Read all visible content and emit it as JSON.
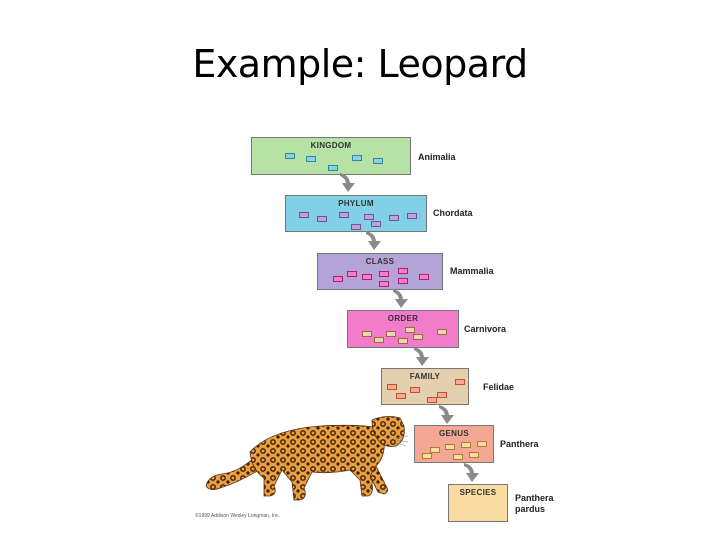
{
  "slide": {
    "title": "Example: Leopard"
  },
  "chart_data": {
    "type": "diagram",
    "title": "Example: Leopard",
    "hierarchy": [
      {
        "rank": "Kingdom",
        "taxon": "Animalia"
      },
      {
        "rank": "Phylum",
        "taxon": "Chordata"
      },
      {
        "rank": "Class",
        "taxon": "Mammalia"
      },
      {
        "rank": "Order",
        "taxon": "Carnivora"
      },
      {
        "rank": "Family",
        "taxon": "Felidae"
      },
      {
        "rank": "Genus",
        "taxon": "Panthera"
      },
      {
        "rank": "Species",
        "taxon": "Panthera pardus"
      }
    ]
  },
  "ranks": [
    {
      "label": "KINGDOM",
      "taxon": "Animalia",
      "fill": "#b6e2a6",
      "chip_fill": "#8fd0e0",
      "chip_border": "#2e8a9a"
    },
    {
      "label": "PHYLUM",
      "taxon": "Chordata",
      "fill": "#80d0e6",
      "chip_fill": "#b9a6d8",
      "chip_border": "#7a4f9a"
    },
    {
      "label": "CLASS",
      "taxon": "Mammalia",
      "fill": "#b4a3d6",
      "chip_fill": "#f080c8",
      "chip_border": "#b0206e"
    },
    {
      "label": "ORDER",
      "taxon": "Carnivora",
      "fill": "#f27ccb",
      "chip_fill": "#ecd4b4",
      "chip_border": "#9a6b3a"
    },
    {
      "label": "FAMILY",
      "taxon": "Felidae",
      "fill": "#e4cfae",
      "chip_fill": "#f4aa96",
      "chip_border": "#c0502e"
    },
    {
      "label": "GENUS",
      "taxon": "Panthera",
      "fill": "#f4a894",
      "chip_fill": "#f8dca2",
      "chip_border": "#b07a30"
    },
    {
      "label": "SPECIES",
      "taxon_line1": "Panthera",
      "taxon_line2": "pardus",
      "fill": "#f8dca2"
    }
  ],
  "image": {
    "subject": "leopard-illustration",
    "copyright": "©1999 Addison Wesley Longman, Inc."
  }
}
